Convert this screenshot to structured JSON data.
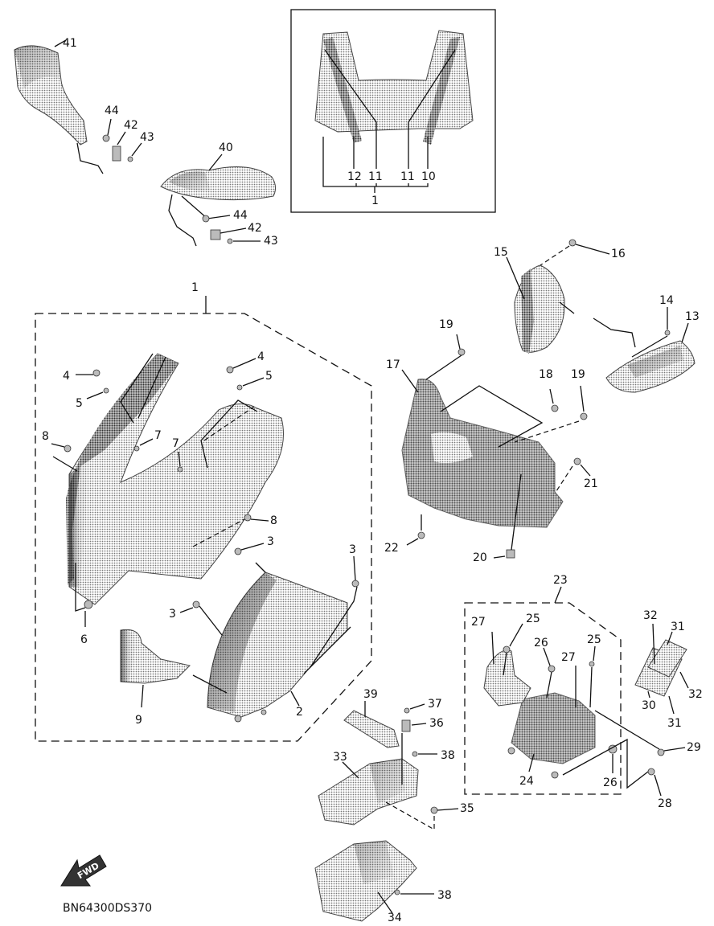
{
  "diagram": {
    "code": "BN64300DS370",
    "fwd": "FWD",
    "labels": {
      "n1_inset": "1",
      "n1_main": "1",
      "n2": "2",
      "n3a": "3",
      "n3b": "3",
      "n3c": "3",
      "n4a": "4",
      "n4b": "4",
      "n5a": "5",
      "n5b": "5",
      "n6": "6",
      "n7a": "7",
      "n7b": "7",
      "n8a": "8",
      "n8b": "8",
      "n9": "9",
      "n10": "10",
      "n11a": "11",
      "n11b": "11",
      "n12": "12",
      "n13": "13",
      "n14": "14",
      "n15": "15",
      "n16": "16",
      "n17": "17",
      "n18": "18",
      "n19a": "19",
      "n19b": "19",
      "n20": "20",
      "n21": "21",
      "n22": "22",
      "n23": "23",
      "n24": "24",
      "n25a": "25",
      "n25b": "25",
      "n26a": "26",
      "n26b": "26",
      "n27a": "27",
      "n27b": "27",
      "n28": "28",
      "n29": "29",
      "n30": "30",
      "n31a": "31",
      "n31b": "31",
      "n32a": "32",
      "n32b": "32",
      "n33": "33",
      "n34": "34",
      "n35": "35",
      "n36": "36",
      "n37": "37",
      "n38a": "38",
      "n38b": "38",
      "n39": "39",
      "n40": "40",
      "n41": "41",
      "n42a": "42",
      "n42b": "42",
      "n43a": "43",
      "n43b": "43",
      "n44a": "44",
      "n44b": "44"
    }
  }
}
